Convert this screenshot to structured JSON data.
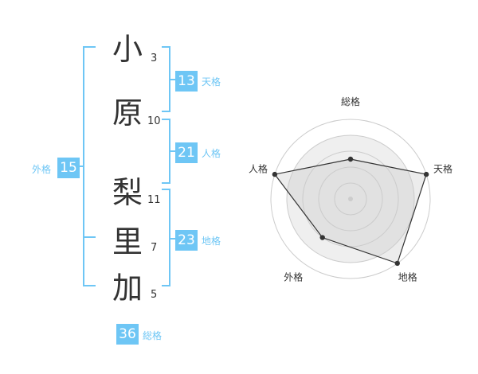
{
  "name": {
    "characters": [
      {
        "char": "小",
        "strokes": "3"
      },
      {
        "char": "原",
        "strokes": "10"
      },
      {
        "char": "梨",
        "strokes": "11"
      },
      {
        "char": "里",
        "strokes": "7"
      },
      {
        "char": "加",
        "strokes": "5"
      }
    ]
  },
  "fortunes": {
    "tenkaku": {
      "value": "13",
      "label": "天格"
    },
    "jinkaku": {
      "value": "21",
      "label": "人格"
    },
    "chikaku": {
      "value": "23",
      "label": "地格"
    },
    "gaikaku": {
      "value": "15",
      "label": "外格"
    },
    "soukaku": {
      "value": "36",
      "label": "総格"
    }
  },
  "colors": {
    "accent": "#6ec6f5",
    "label": "#6ec6f5",
    "text": "#333333",
    "grid": "#cccccc",
    "fill": "#efefef"
  },
  "chart_data": {
    "type": "radar",
    "axes": [
      "総格",
      "天格",
      "地格",
      "外格",
      "人格"
    ],
    "values": [
      0.5,
      1.0,
      1.0,
      0.6,
      1.0
    ],
    "rings": 4
  }
}
